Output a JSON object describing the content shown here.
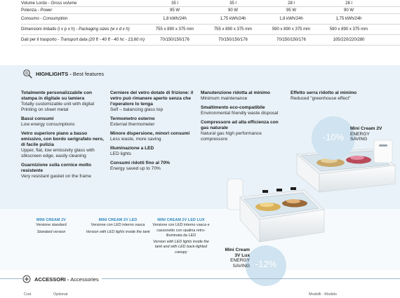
{
  "spec_table": {
    "rows": [
      {
        "label": "Volume Lordo",
        "label_en": "Gross volume",
        "values": [
          "35 l",
          "35 l",
          "28 l",
          "28 l"
        ]
      },
      {
        "label": "Potenza",
        "label_en": "Power",
        "values": [
          "95 W",
          "90 W",
          "95 W",
          "90 W"
        ]
      },
      {
        "label": "Consumo",
        "label_en": "Consumption",
        "values": [
          "1,8 kWh/24h",
          "1,75 kWh/24h",
          "1,8 kWh/24h",
          "1,75 kWh/24h"
        ]
      },
      {
        "label": "Dimensioni imballo (l x p x h)",
        "label_en": "Packaging sizes (w x d x h)",
        "values": [
          "755 x 890 x 375 mm",
          "755 x 890 x 375 mm",
          "590 x 890 x 375 mm",
          "590 x 890 x 375 mm"
        ]
      },
      {
        "label": "Dati per il trasporto",
        "label_en": "Transport data (20 ft - 40 ft - 40 hc - 13,60 m)",
        "values": [
          "70/150/150/176",
          "70/150/150/176",
          "70/150/150/176",
          "105/220/220/280"
        ]
      }
    ]
  },
  "highlights": {
    "title": "HIGHLIGHTS",
    "subtitle": "Best features",
    "icon": "magnifier-icon",
    "col1": [
      {
        "title": "Totalmente personalizzabile con stampa in digitale su lamiera",
        "desc": "Totally customizable unit with digital Printing on sheet metal"
      },
      {
        "title": "Bassi consumi",
        "desc": "Low energy consumptions"
      },
      {
        "title": "Vetro superiore piano a basso emissivo, con bordo serigrafato nero, di facile pulizia",
        "desc": "Upper, flat, low emissivity glass with silkscreen edge, easily cleaning"
      },
      {
        "title": "Guarnizione sulla cornice molto resistente",
        "desc": "Very resistant gasket on the frame"
      }
    ],
    "col2": [
      {
        "title": "Cerniere del vetro dotate di frizione: il vetro può rimanere aperto senza che l'operatore lo tenga",
        "desc": "Self – balancing glass top"
      },
      {
        "title": "Termometro esterno",
        "desc": "External thermometer"
      },
      {
        "title": "Minore dispersione, minori consumi",
        "desc": "Less waste, more saving"
      },
      {
        "title": "Illuminazione a LED",
        "desc": "LED lights"
      },
      {
        "title": "Consumi ridotti fino al 70%",
        "desc": "Energy saved up to 70%"
      }
    ],
    "col3": [
      {
        "title": "Manutenzione ridotta al minimo",
        "desc": "Minimum maintenance"
      },
      {
        "title": "Smaltimento eco-compatibile",
        "desc": "Environmental friendly waste disposal"
      },
      {
        "title": "Compressore ad alta efficienza con gas naturale",
        "desc": "Natural gas high performance compressore"
      }
    ],
    "col4": [
      {
        "title": "Effetto serra ridotto al minimo",
        "desc": "Reduced \"greenhouse effect\""
      }
    ]
  },
  "models": [
    {
      "name": "MINI CREAM 2V",
      "desc": "Versione standard",
      "desc_en": "Standard version"
    },
    {
      "name": "MINI CREAM 2V LED",
      "desc": "Versione con LED interno vasca",
      "desc_en": "Version with LED lights inside the tank"
    },
    {
      "name": "MINI CREAM 2V LED LUX",
      "desc": "Versione con LED interno vasca e cassonetto con opalina retro-illuminata da LED",
      "desc_en": "Version with LED lights inside the tank and with LED back-lighted canopy"
    }
  ],
  "badges": [
    {
      "value": "-10%",
      "model": "Mini Cream 2V",
      "line1": "ENERGY",
      "line2": "SAVING"
    },
    {
      "value": "-12%",
      "model": "Mini Cream 3V Lux",
      "line1": "ENERGY",
      "line2": "SAVING"
    }
  ],
  "accessories": {
    "title": "ACCESSORI",
    "subtitle": "Accessories",
    "icon": "plus-circle-icon",
    "col_cod": "Cod.",
    "col_optional": "Optional",
    "col_models": "Modelli - Models"
  },
  "colors": {
    "accent": "#2e86c1",
    "panel_bg": "#e9f2f8",
    "badge_bg": "#cfe3f0"
  }
}
